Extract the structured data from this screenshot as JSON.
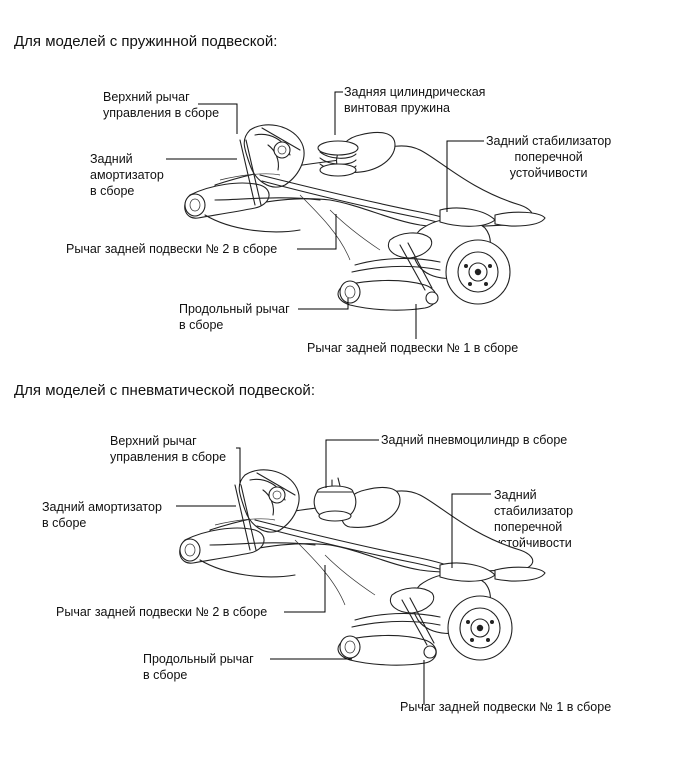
{
  "section_coil": {
    "heading": "Для моделей с пружинной подвеской:",
    "labels": {
      "upper_arm": [
        "Верхний рычаг",
        "управления в сборе"
      ],
      "coil_spring": [
        "Задняя цилиндрическая",
        "винтовая пружина"
      ],
      "shock": [
        "Задний",
        "амортизатор",
        "в сборе"
      ],
      "stabilizer": [
        "Задний стабилизатор",
        "поперечной",
        "устойчивости"
      ],
      "arm_no2": [
        "Рычаг задней подвески № 2 в сборе"
      ],
      "trailing_arm": [
        "Продольный рычаг",
        "в сборе"
      ],
      "arm_no1": [
        "Рычаг задней подвески № 1 в сборе"
      ]
    }
  },
  "section_air": {
    "heading": "Для моделей с пневматической подвеской:",
    "labels": {
      "upper_arm": [
        "Верхний рычаг",
        "управления в сборе"
      ],
      "air_cylinder": [
        "Задний пневмоцилиндр в сборе"
      ],
      "shock": [
        "Задний амортизатор",
        "в сборе"
      ],
      "stabilizer": [
        "Задний",
        "стабилизатор",
        "поперечной",
        "устойчивости"
      ],
      "arm_no2": [
        "Рычаг задней подвески № 2 в сборе"
      ],
      "trailing_arm": [
        "Продольный рычаг",
        "в сборе"
      ],
      "arm_no1": [
        "Рычаг задней подвески № 1 в сборе"
      ]
    }
  }
}
